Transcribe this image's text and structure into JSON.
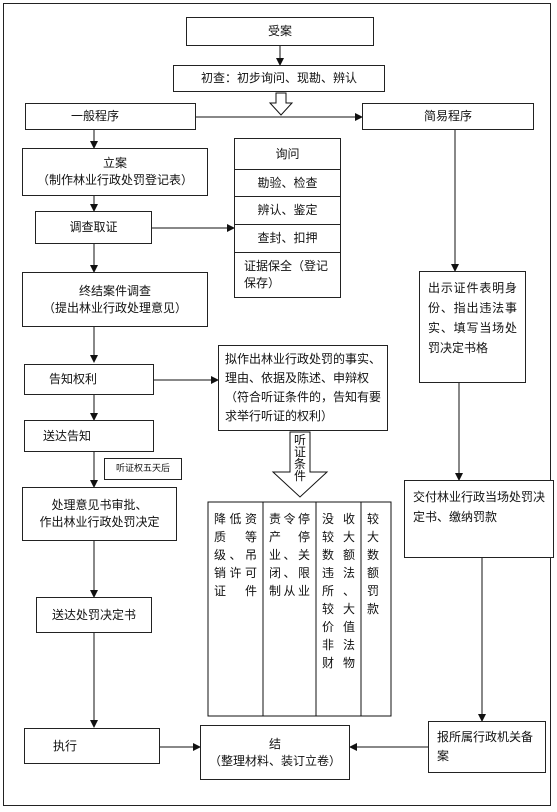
{
  "nodes": {
    "accept": "受案",
    "initial": "初查：初步询问、现勘、辨认",
    "general": "一般程序",
    "simple": "简易程序",
    "register_title": "立案",
    "register_sub": "（制作林业行政处罚登记表）",
    "inquiry": "询问",
    "inspect": "勘验、检查",
    "identify": "辨认、鉴定",
    "seal": "查封、扣押",
    "evidence": "证据保全（登记保存）",
    "investigate": "调查取证",
    "end_title": "终结案件调查",
    "end_sub": "（提出林业行政处理意见）",
    "show_cert": "出示证件表明身份、指出违法事实、填写当场处罚决定书格",
    "notify": "告知权利",
    "draft": "拟作出林业行政处罚的事实、理由、依据及陈述、申辩权（符合听证条件的，告知有要求举行听证的权利）",
    "deliver_notice": "送达告知",
    "hearing_days": "听证权五天后",
    "hearing_cond": "听证条件",
    "review_1": "处理意见书审批、",
    "review_2": "作出林业行政处罚决定",
    "deliver_onsite": "交付林业行政当场处罚决定书、缴纳罚款",
    "deliver_decision": "送达处罚决定书",
    "execute": "执行",
    "close_title": "结",
    "close_sub": "（整理材料、装订立卷）",
    "report": "报所属行政机关备案"
  },
  "penalties": [
    "降低资质等级、吊销许可证件",
    "责令停产停业、关闭、限制从业",
    "没收较大数额违法所、较大价值非法财物",
    "较大数额罚款"
  ]
}
